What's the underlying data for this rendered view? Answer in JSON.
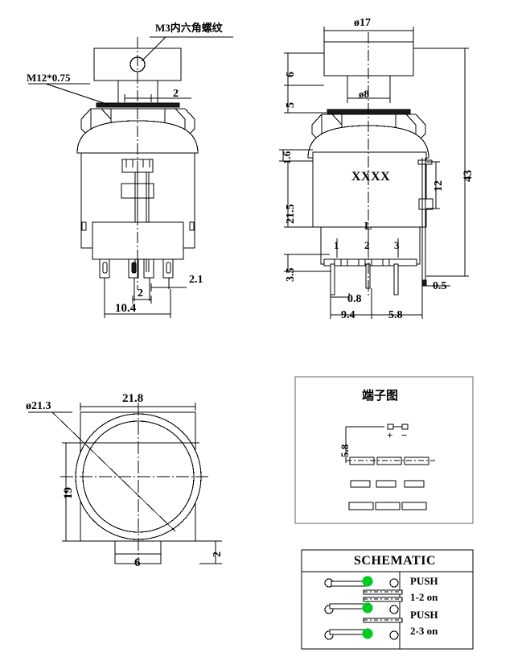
{
  "drawing": {
    "type": "mechanical-dimension-drawing",
    "subject": "M12 anti-vandal push button switch",
    "views": [
      {
        "id": "front-view-left",
        "name": "front view with thread callouts"
      },
      {
        "id": "front-view-right",
        "name": "front view with overall dimensions"
      },
      {
        "id": "bottom-view",
        "name": "panel cutout / bottom view"
      },
      {
        "id": "terminal-diagram",
        "name": "terminal layout box"
      },
      {
        "id": "schematic",
        "name": "schematic box"
      }
    ]
  },
  "view_left": {
    "callout_thread_top": "M3内六角螺纹",
    "callout_thread_body": "M12*0.75",
    "dim_cap_gap": "2",
    "dim_pin_pitch": "2",
    "dim_pin_offset": "2.1",
    "dim_pin_span": "10.4"
  },
  "view_right": {
    "dim_cap_dia": "ø17",
    "dim_cap_height": "6",
    "dim_stem_height": "5",
    "dim_stem_dia": "ø8",
    "dim_washer": "1.6",
    "dim_body_height": "21.5",
    "dim_total_height": "43",
    "dim_bracket": "12",
    "dim_terminal_height": "3.5",
    "dim_terminal_width": "0.8",
    "dim_terminal_span": "9.4",
    "dim_terminal_span2": "5.8",
    "dim_bracket_thickness": "0.5",
    "body_marking": "XXXX",
    "led_marking": "L",
    "terminal_labels": [
      "1",
      "2",
      "3"
    ]
  },
  "view_bottom": {
    "dim_hole_dia": "ø21.3",
    "dim_width": "21.8",
    "dim_height": "19",
    "dim_key_width": "6",
    "dim_key_depth": "2"
  },
  "terminal_box": {
    "title": "端子图",
    "dim_spacing": "5.8",
    "polarity_plus": "+",
    "polarity_minus": "−"
  },
  "schematic_box": {
    "title": "SCHEMATIC",
    "notes": [
      "PUSH",
      "1-2 on",
      "PUSH",
      "2-3 on"
    ],
    "active_color": "#00cc22"
  }
}
